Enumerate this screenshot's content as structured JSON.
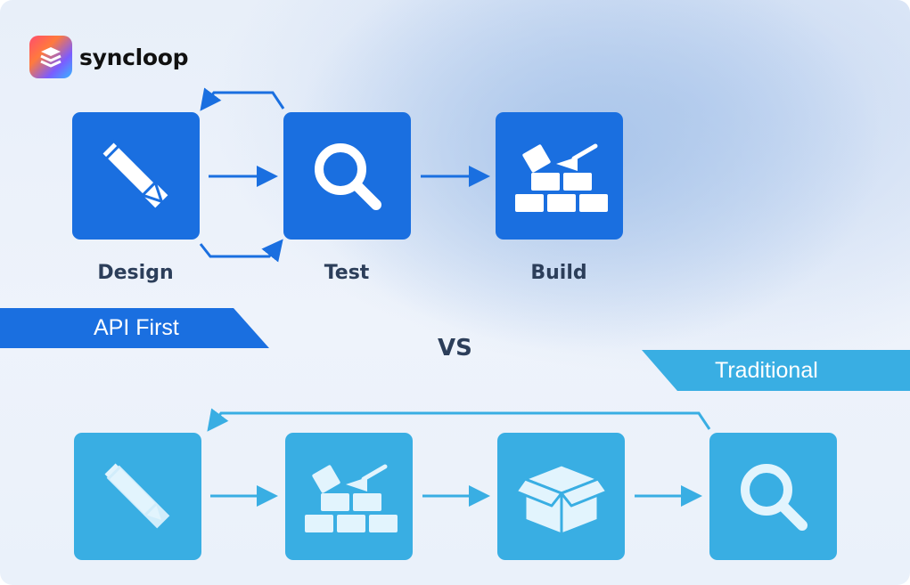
{
  "brand": {
    "name": "syncloop"
  },
  "api_first": {
    "banner": "API First",
    "steps": [
      {
        "label": "Design",
        "icon": "design-icon"
      },
      {
        "label": "Test",
        "icon": "search-icon"
      },
      {
        "label": "Build",
        "icon": "build-icon"
      }
    ]
  },
  "vs": "VS",
  "traditional": {
    "banner": "Traditional",
    "steps": [
      {
        "icon": "design-icon"
      },
      {
        "icon": "build-icon"
      },
      {
        "icon": "box-icon"
      },
      {
        "icon": "search-icon"
      }
    ]
  },
  "colors": {
    "api_first": "#1a6fe0",
    "traditional": "#39aee3",
    "icon_fill": "#ffffff",
    "icon_fill_light": "#e2f4fd"
  }
}
